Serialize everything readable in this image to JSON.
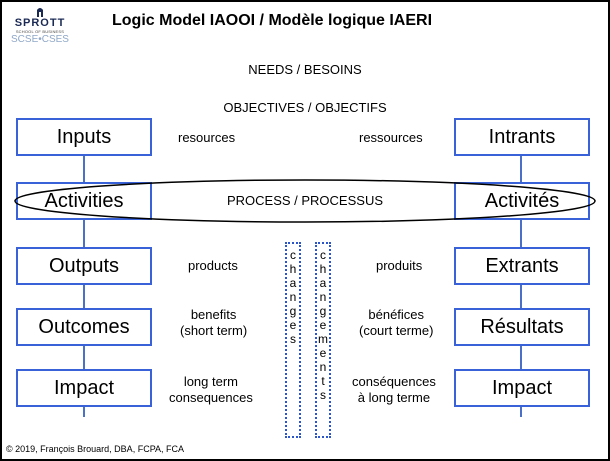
{
  "logo": {
    "brand": "SPROTT",
    "subtitle": "SCHOOL OF BUSINESS",
    "dept": "SCSE•CSES",
    "icon": "sprott-crest-icon"
  },
  "title": "Logic Model IAOOI / Modèle logique IAERI",
  "needs": "NEEDS / BESOINS",
  "objectives": "OBJECTIVES / OBJECTIFS",
  "process": "PROCESS / PROCESSUS",
  "rows": [
    {
      "left": "Inputs",
      "right": "Intrants",
      "note_en": "resources",
      "note_fr": "ressources"
    },
    {
      "left": "Activities",
      "right": "Activités",
      "note_en": "",
      "note_fr": ""
    },
    {
      "left": "Outputs",
      "right": "Extrants",
      "note_en": "products",
      "note_fr": "produits"
    },
    {
      "left": "Outcomes",
      "right": "Résultats",
      "note_en": "benefits\n(short term)",
      "note_fr": "bénéfices\n(court terme)"
    },
    {
      "left": "Impact",
      "right": "Impact",
      "note_en": "long term\nconsequences",
      "note_fr": "conséquences\nà long terme"
    }
  ],
  "changes_en": "changes",
  "changes_fr": "changements",
  "footer": "© 2019, François Brouard, DBA, FCPA, FCA",
  "colors": {
    "box_border": "#3a62d8",
    "connector": "#4a70c8",
    "dotted": "#2b55cc"
  }
}
